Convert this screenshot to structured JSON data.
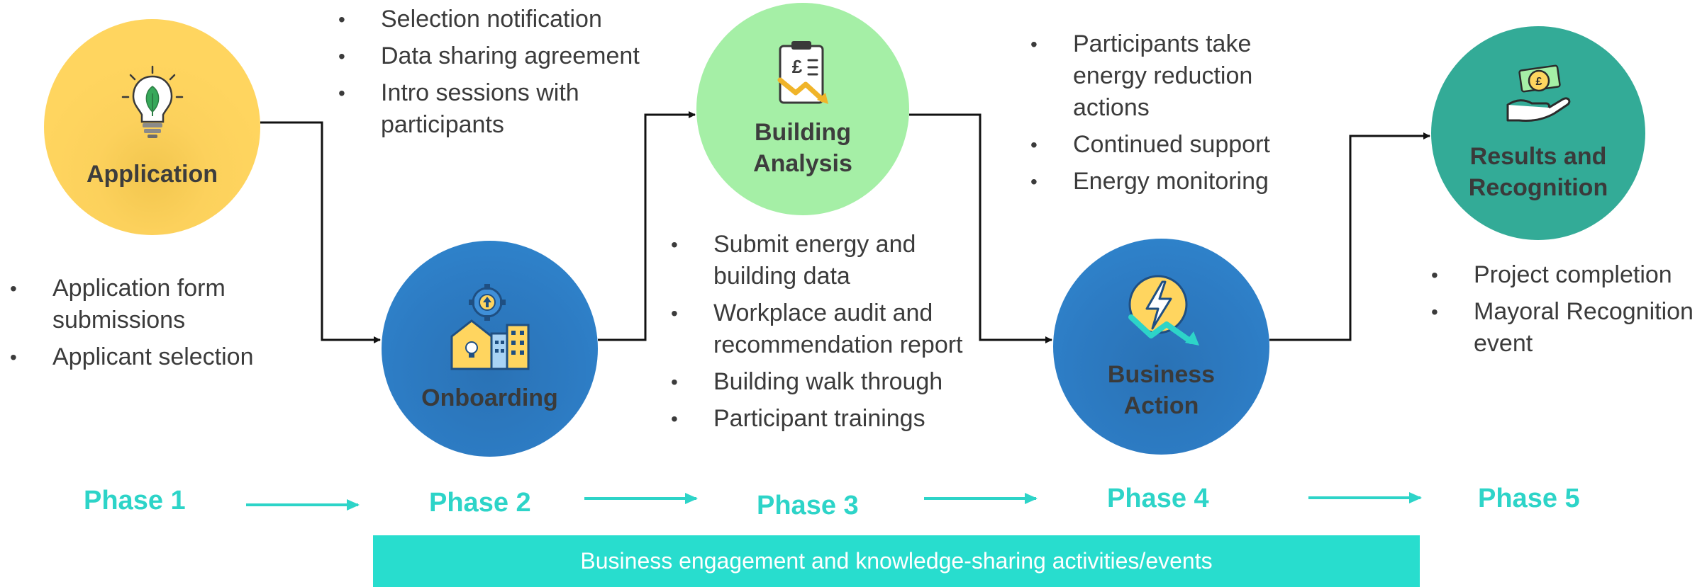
{
  "phases": [
    {
      "id": "phase-1",
      "title": "Application",
      "phase_label": "Phase 1",
      "icon": "lightbulb-leaf-icon",
      "circle_color": "#ffd55f",
      "bullets": [
        "Application form submissions",
        "Applicant selection"
      ]
    },
    {
      "id": "phase-2",
      "title": "Onboarding",
      "phase_label": "Phase 2",
      "icon": "buildings-gear-icon",
      "circle_color": "#2d7cc4",
      "bullets": [
        "Selection notification",
        "Data sharing agreement",
        "Intro sessions with participants"
      ]
    },
    {
      "id": "phase-3",
      "title": "Building\nAnalysis",
      "phase_label": "Phase 3",
      "icon": "pound-clipboard-chart-icon",
      "circle_color": "#a5efa6",
      "bullets": [
        "Submit energy and building data",
        "Workplace audit and recommendation report",
        "Building walk through",
        "Participant trainings"
      ]
    },
    {
      "id": "phase-4",
      "title": "Business\nAction",
      "phase_label": "Phase 4",
      "icon": "energy-reduction-bolt-icon",
      "circle_color": "#2d7cc4",
      "bullets": [
        "Participants take energy reduction actions",
        "Continued support",
        "Energy monitoring"
      ]
    },
    {
      "id": "phase-5",
      "title": "Results and\nRecognition",
      "phase_label": "Phase 5",
      "icon": "hand-pound-money-icon",
      "circle_color": "#33ab97",
      "bullets": [
        "Project completion",
        "Mayoral Recognition event"
      ]
    }
  ],
  "banner": {
    "text": "Business engagement and knowledge-sharing activities/events"
  },
  "colors": {
    "accent_teal": "#2dd4c8",
    "banner_bg": "#28ddce",
    "connector": "#111111",
    "text": "#3b3b3b"
  }
}
